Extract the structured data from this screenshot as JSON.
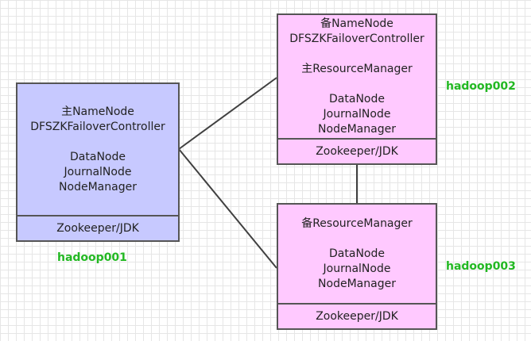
{
  "colors": {
    "primary_fill": "#c7c9ff",
    "secondary_fill": "#ffc9ff",
    "border": "#555555",
    "connector": "#404040",
    "host_label": "#22b822"
  },
  "nodes": {
    "hadoop001": {
      "host": "hadoop001",
      "roles_top": [
        "主NameNode",
        "DFSZKFailoverController"
      ],
      "roles_bottom": [
        "DataNode",
        "JournalNode",
        "NodeManager"
      ],
      "footer": "Zookeeper/JDK"
    },
    "hadoop002": {
      "host": "hadoop002",
      "roles_top": [
        "备NameNode",
        "DFSZKFailoverController"
      ],
      "roles_mid": [
        "主ResourceManager"
      ],
      "roles_bottom": [
        "DataNode",
        "JournalNode",
        "NodeManager"
      ],
      "footer": "Zookeeper/JDK"
    },
    "hadoop003": {
      "host": "hadoop003",
      "roles_top": [
        "备ResourceManager"
      ],
      "roles_bottom": [
        "DataNode",
        "JournalNode",
        "NodeManager"
      ],
      "footer": "Zookeeper/JDK"
    }
  }
}
